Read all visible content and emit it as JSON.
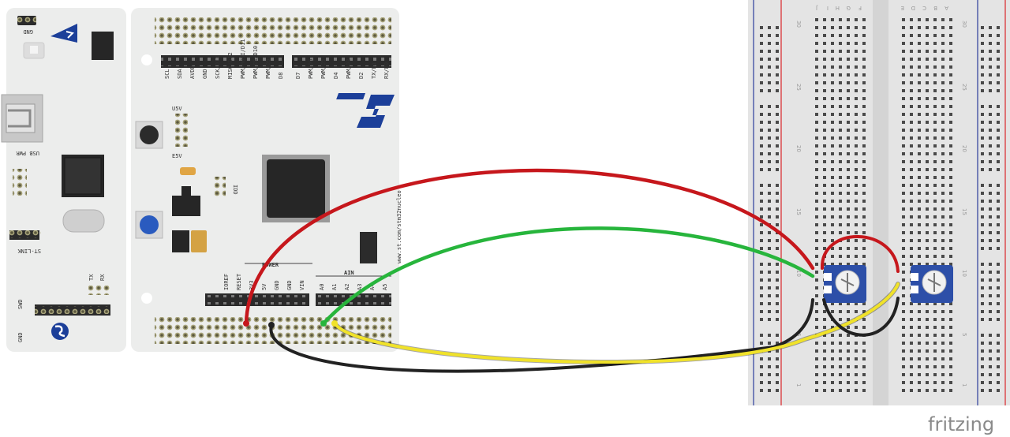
{
  "colors": {
    "board": "#ecedec",
    "header": "#2b2b2b",
    "breadboard": "#e4e4e4",
    "rail_red": "#d9262a",
    "rail_blue": "#2c3d9c",
    "wire_red": "#c6171c",
    "wire_green": "#27b53c",
    "wire_black": "#222222",
    "wire_yellow": "#f0e22a",
    "pot_blue": "#2d4fa8",
    "st_blue": "#1c3f99",
    "reset_blue": "#2a5bbf"
  },
  "board": {
    "gnd_top": "GND",
    "usb_pwr": "USB PWR",
    "st_link": "ST-LINK",
    "swd": "SWD",
    "gnd_swd": "GND",
    "tx": "TX",
    "rx": "RX",
    "u5v": "U5V",
    "e5v": "E5V",
    "idd": "IDD",
    "url": "www.st.com/stm32nucleo",
    "power_group": "POWER",
    "ain_group": "AIN",
    "top_left_pins": [
      "SCL",
      "SDA",
      "AVDD",
      "GND",
      "SCK/D13",
      "MISO/D12",
      "PWM/MOSI/D11",
      "PWM/CS/D10",
      "PWM/D9",
      "D8"
    ],
    "top_right_pins": [
      "D7",
      "PWM/D6",
      "PWM/D5",
      "D4",
      "PWM/D3",
      "D2",
      "TX/D1",
      "RX/D0"
    ],
    "power_pins": [
      "IOREF",
      "RESET",
      "3V3",
      "5V",
      "GND",
      "GND",
      "VIN"
    ],
    "ain_pins": [
      "A0",
      "A1",
      "A2",
      "A3",
      "A4",
      "A5"
    ]
  },
  "breadboard": {
    "left_cols": [
      "J",
      "I",
      "H",
      "G",
      "F"
    ],
    "right_cols": [
      "E",
      "D",
      "C",
      "B",
      "A"
    ],
    "row_numbers": [
      "30",
      "25",
      "20",
      "15",
      "10",
      "5",
      "1"
    ]
  },
  "watermark": "fritzing"
}
